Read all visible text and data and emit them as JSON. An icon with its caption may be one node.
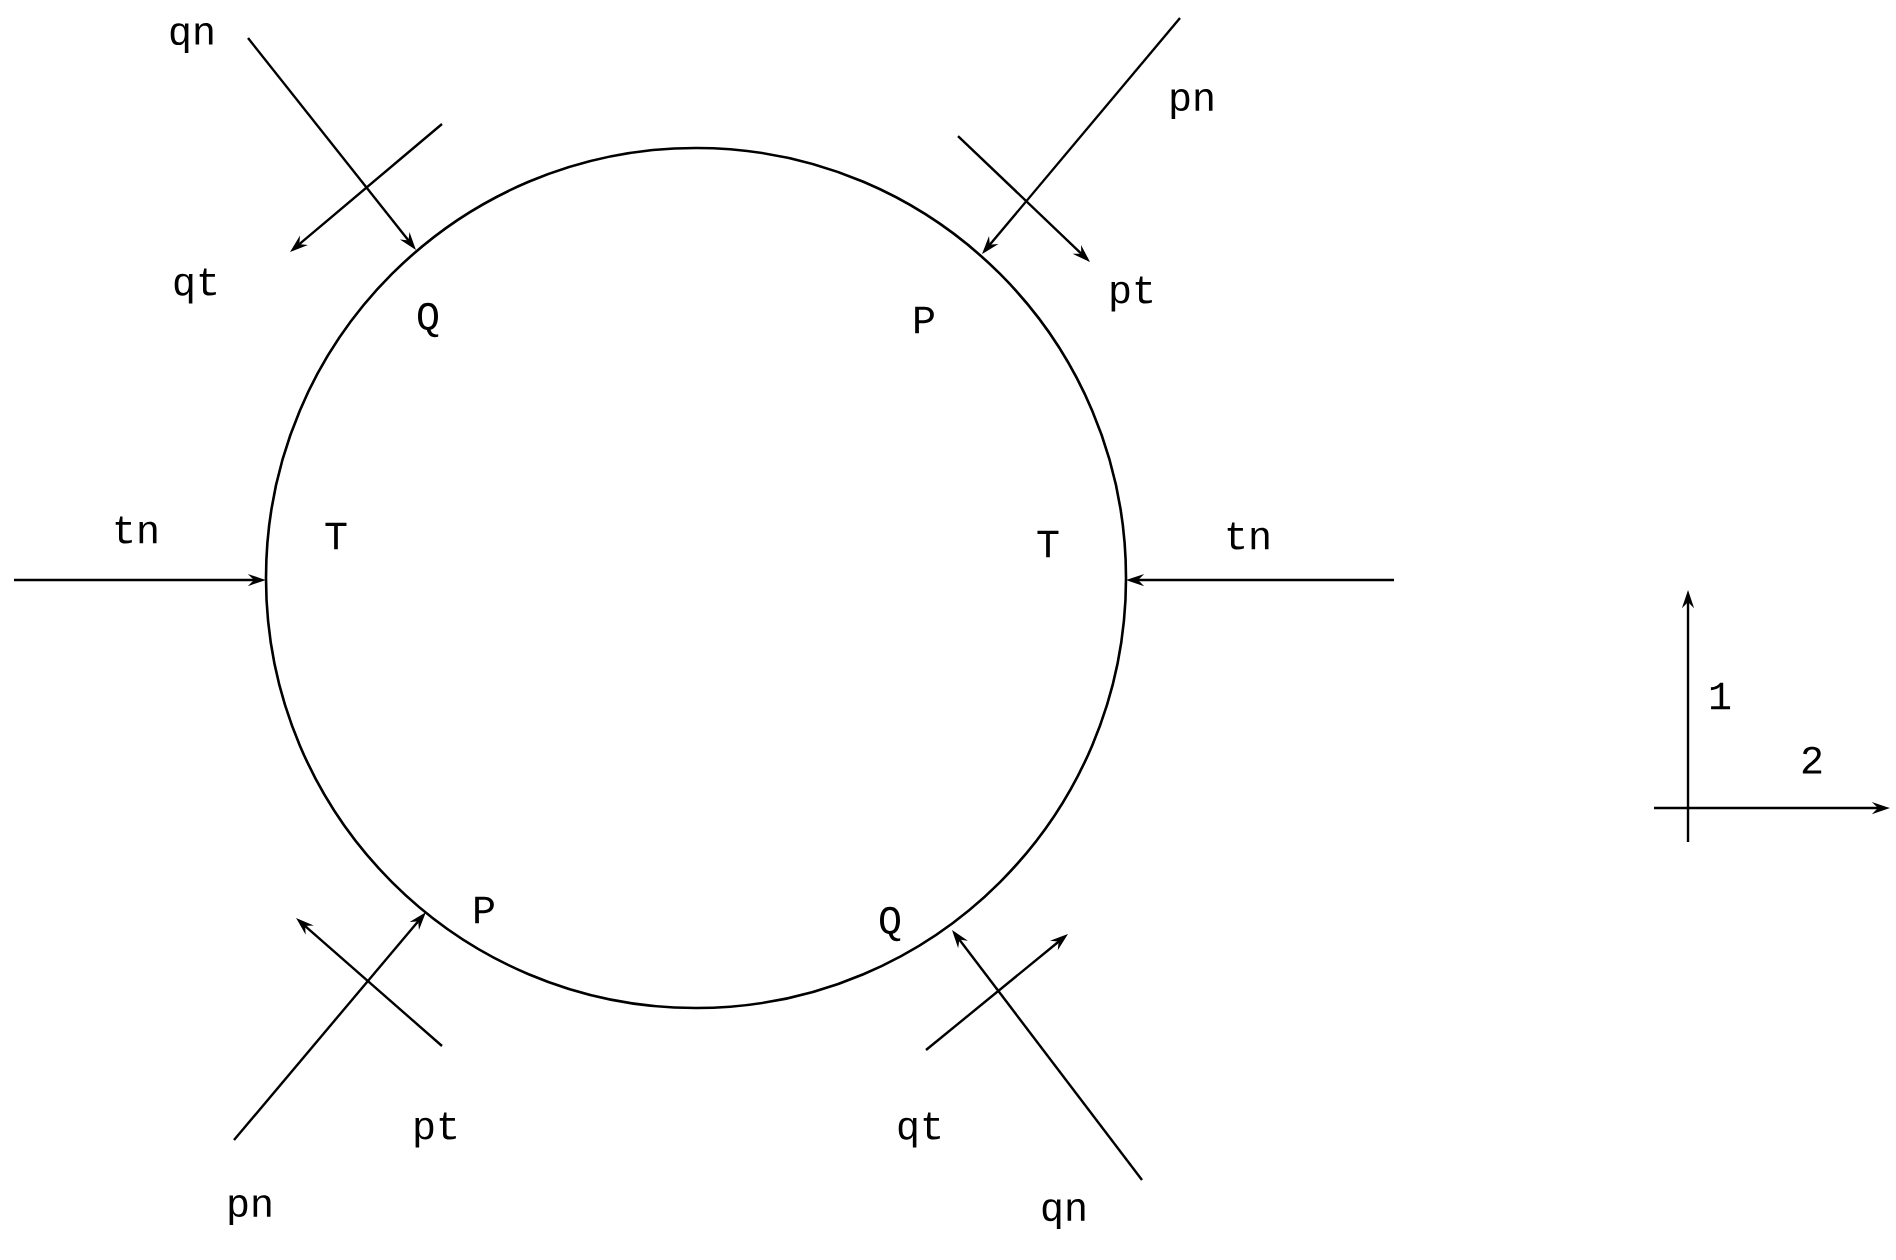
{
  "diagram": {
    "labels": [
      "qn",
      "pn",
      "qt",
      "pt",
      "Q",
      "P",
      "tn",
      "T",
      "T",
      "tn",
      "1",
      "2",
      "P",
      "Q",
      "pt",
      "qt",
      "pn",
      "qn"
    ]
  }
}
